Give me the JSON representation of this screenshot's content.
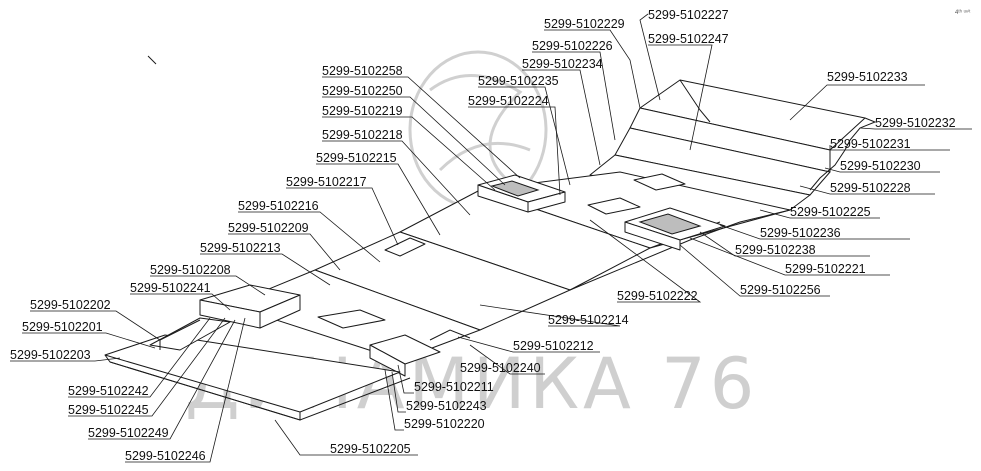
{
  "watermark": "ДИНАМИКА 76",
  "corner_note": "4ᵗʰ ᵘⁿⁱᵗ",
  "labels": [
    "5299-5102229",
    "5299-5102227",
    "5299-5102226",
    "5299-5102247",
    "5299-5102234",
    "5299-5102258",
    "5299-5102235",
    "5299-5102250",
    "5299-5102224",
    "5299-5102219",
    "5299-5102218",
    "5299-5102215",
    "5299-5102217",
    "5299-5102216",
    "5299-5102209",
    "5299-5102213",
    "5299-5102208",
    "5299-5102241",
    "5299-5102202",
    "5299-5102201",
    "5299-5102203",
    "5299-5102242",
    "5299-5102245",
    "5299-5102249",
    "5299-5102246",
    "5299-5102205",
    "5299-5102220",
    "5299-5102243",
    "5299-5102211",
    "5299-5102240",
    "5299-5102212",
    "5299-5102214",
    "5299-5102222",
    "5299-5102256",
    "5299-5102221",
    "5299-5102238",
    "5299-5102236",
    "5299-5102225",
    "5299-5102228",
    "5299-5102230",
    "5299-5102231",
    "5299-5102232",
    "5299-5102233"
  ]
}
